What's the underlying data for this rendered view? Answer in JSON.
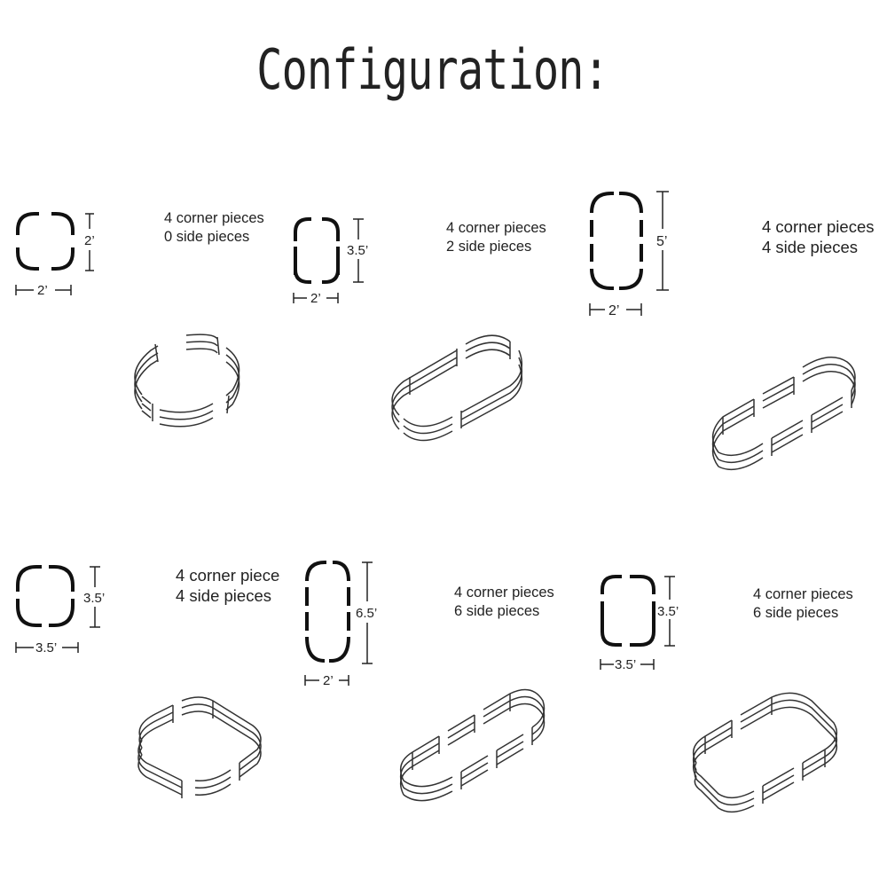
{
  "title": "Configuration:",
  "configurations": [
    {
      "line1": "4 corner pieces",
      "line2": "0 side pieces",
      "width_label": "2’",
      "height_label": "2’"
    },
    {
      "line1": "4 corner pieces",
      "line2": "2 side pieces",
      "width_label": "2’",
      "height_label": "3.5’"
    },
    {
      "line1": "4 corner pieces",
      "line2": "4 side pieces",
      "width_label": "2’",
      "height_label": "5’"
    },
    {
      "line1": "4 corner pieces",
      "line2": "4 side pieces",
      "width_label": "3.5’",
      "height_label": "3.5’"
    },
    {
      "line1": "4 corner pieces",
      "line2": "6 side pieces",
      "width_label": "2’",
      "height_label": "6.5’"
    },
    {
      "line1": "4 corner pieces",
      "line2": "6 side pieces",
      "width_label": "3.5’",
      "height_label": "3.5’"
    }
  ]
}
